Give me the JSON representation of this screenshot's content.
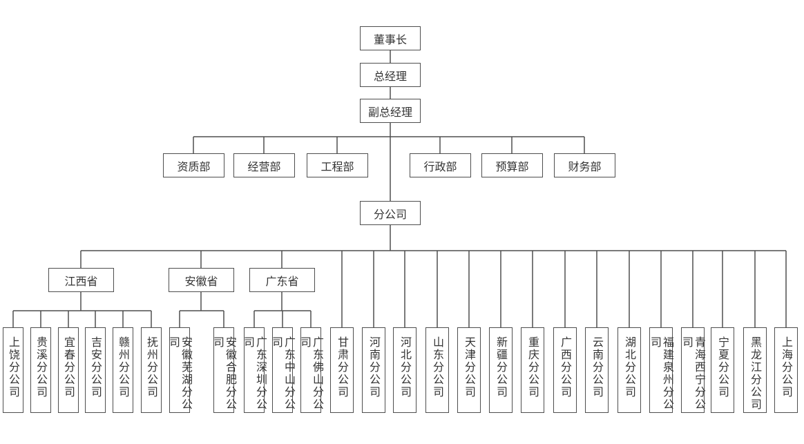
{
  "top": [
    "董事长",
    "总经理",
    "副总经理"
  ],
  "departments": [
    "资质部",
    "经营部",
    "工程部",
    "行政部",
    "预算部",
    "财务部"
  ],
  "branch_root": "分公司",
  "provinces": [
    {
      "label": "江西省",
      "children": [
        "上饶分公司",
        "贵溪分公司",
        "宜春分公司",
        "吉安分公司",
        "赣州分公司",
        "抚州分公司"
      ]
    },
    {
      "label": "安徽省",
      "children": [
        "安徽芜湖分公司",
        "安徽合肥分公司"
      ]
    },
    {
      "label": "广东省",
      "children": [
        "广东深圳分公司",
        "广东中山分公司",
        "广东佛山分公司"
      ]
    }
  ],
  "branches": [
    "甘肃分公司",
    "河南分公司",
    "河北分公司",
    "山东分公司",
    "天津分公司",
    "新疆分公司",
    "重庆分公司",
    "广西分公司",
    "云南分公司",
    "湖北分公司",
    "福建泉州分公司",
    "青海西宁分公司",
    "宁夏分公司",
    "黑龙江分公司",
    "上海分公司"
  ]
}
